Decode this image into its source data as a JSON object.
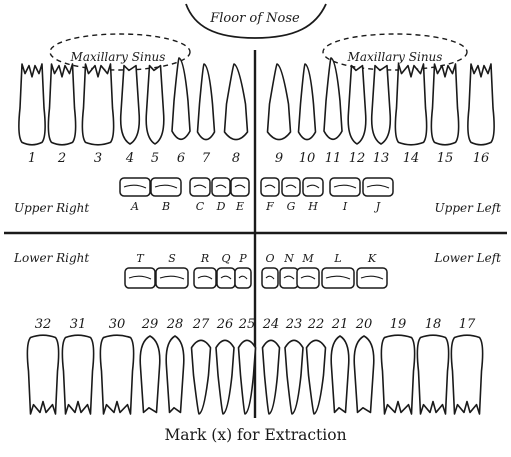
{
  "header": {
    "nose_label": "Floor of Nose",
    "sinus_right": "Maxillary Sinus",
    "sinus_left": "Maxillary Sinus"
  },
  "quadrants": {
    "upper_right": "Upper Right",
    "upper_left": "Upper Left",
    "lower_right": "Lower Right",
    "lower_left": "Lower Left"
  },
  "upper_permanent": [
    "1",
    "2",
    "3",
    "4",
    "5",
    "6",
    "7",
    "8",
    "9",
    "10",
    "11",
    "12",
    "13",
    "14",
    "15",
    "16"
  ],
  "upper_primary": [
    "A",
    "B",
    "C",
    "D",
    "E",
    "F",
    "G",
    "H",
    "I",
    "J"
  ],
  "lower_primary": [
    "T",
    "S",
    "R",
    "Q",
    "P",
    "O",
    "N",
    "M",
    "L",
    "K"
  ],
  "lower_permanent": [
    "32",
    "31",
    "30",
    "29",
    "28",
    "27",
    "26",
    "25",
    "24",
    "23",
    "22",
    "21",
    "20",
    "19",
    "18",
    "17"
  ],
  "footer": {
    "instruction": "Mark (x) for Extraction"
  }
}
